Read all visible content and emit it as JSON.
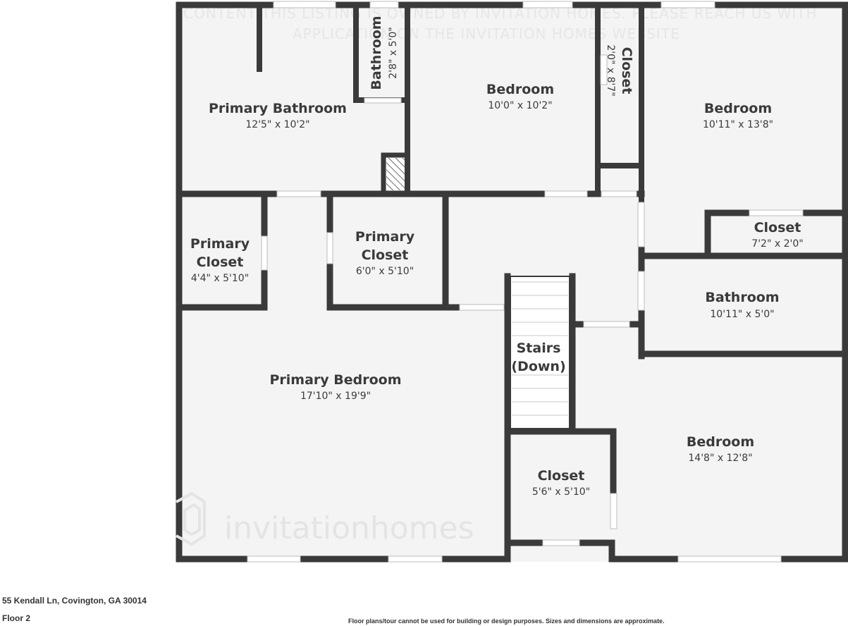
{
  "watermark": {
    "top_line_1": "CONTENT THIS LISTING IS OWNED BY INVITATION HOMES. PLEASE REACH US WITH",
    "top_line_2": "APPLICATION ON THE INVITATION HOMES WEBSITE",
    "brand": "invitationhomes"
  },
  "rooms": {
    "primary_bathroom": {
      "name": "Primary Bathroom",
      "dims": "12'5\" x 10'2\""
    },
    "small_bathroom": {
      "name": "Bathroom",
      "dims": "2'8\" x 5'0\""
    },
    "bedroom_top": {
      "name": "Bedroom",
      "dims": "10'0\" x 10'2\""
    },
    "closet_top": {
      "name": "Closet",
      "dims": "2'0\" x 8'7\""
    },
    "bedroom_right": {
      "name": "Bedroom",
      "dims": "10'11\" x 13'8\""
    },
    "closet_right": {
      "name": "Closet",
      "dims": "7'2\" x 2'0\""
    },
    "bathroom_right": {
      "name": "Bathroom",
      "dims": "10'11\" x 5'0\""
    },
    "primary_closet_left": {
      "name_1": "Primary",
      "name_2": "Closet",
      "dims": "4'4\" x 5'10\""
    },
    "primary_closet_mid": {
      "name_1": "Primary",
      "name_2": "Closet",
      "dims": "6'0\" x 5'10\""
    },
    "stairs": {
      "name_1": "Stairs",
      "name_2": "(Down)"
    },
    "primary_bedroom": {
      "name": "Primary Bedroom",
      "dims": "17'10\" x 19'9\""
    },
    "closet_bottom": {
      "name": "Closet",
      "dims": "5'6\" x 5'10\""
    },
    "bedroom_bottom": {
      "name": "Bedroom",
      "dims": "14'8\" x 12'8\""
    }
  },
  "footer": {
    "address": "55 Kendall Ln, Covington, GA 30014",
    "floor": "Floor 2",
    "disclaimer": "Floor plans/tour cannot be used for building or design purposes. Sizes and dimensions are approximate."
  },
  "colors": {
    "wall": "#3a3a3a",
    "floor": "#f4f4f4",
    "window": "#ffffff"
  }
}
